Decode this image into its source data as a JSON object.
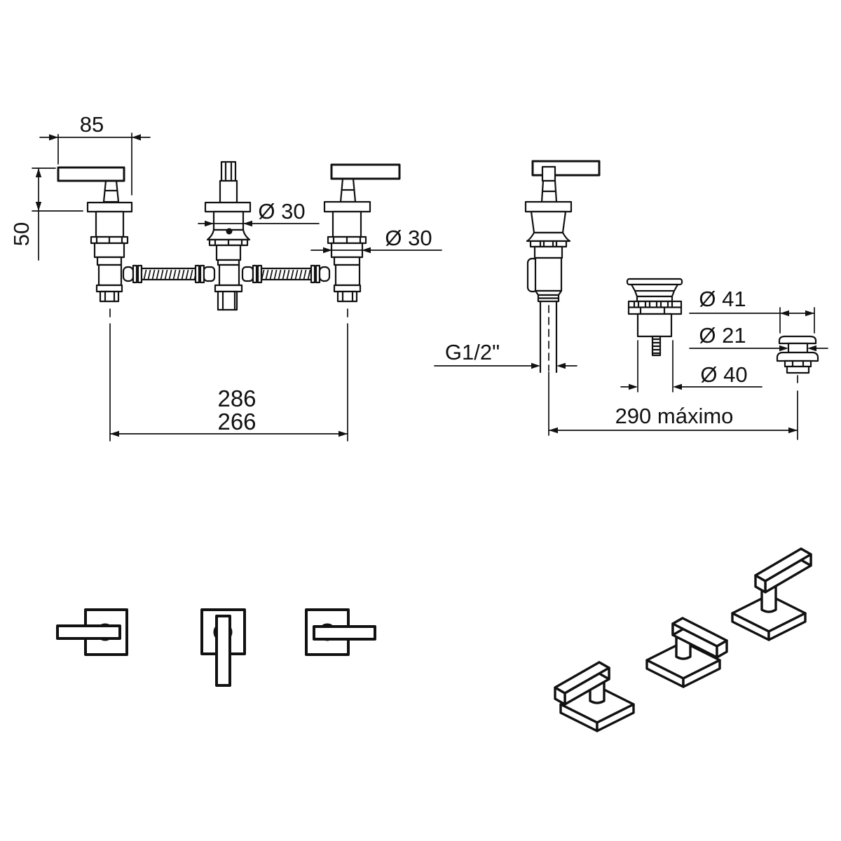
{
  "page": {
    "background_color": "#ffffff",
    "line_color": "#111111",
    "description": "three-hole basin faucet technical drawing"
  },
  "labels": {
    "handle_length": "85",
    "handle_height": "50",
    "spout_diameter": "Ø 30",
    "valve_diameter": "Ø 30",
    "center_distance_max": "286",
    "center_distance_min": "266",
    "inlet_thread": "G1/2\"",
    "drain_top_diameter": "Ø 41",
    "drain_neck_diameter": "Ø 21",
    "drain_body_diameter": "Ø 40",
    "drain_projection": "290 máximo"
  }
}
